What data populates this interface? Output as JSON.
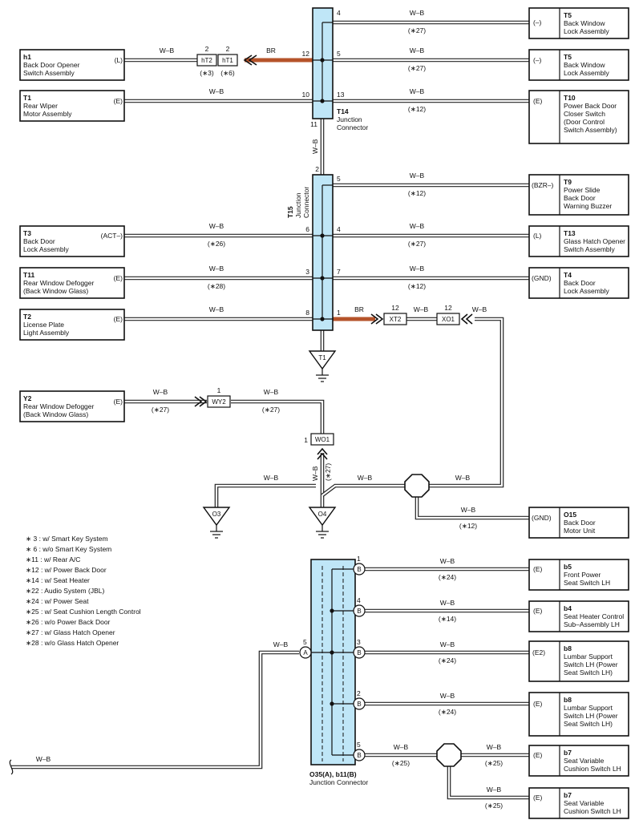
{
  "components": {
    "h1": {
      "code": "h1",
      "name_lines": [
        "Back Door Opener",
        "Switch Assembly"
      ],
      "pin": "(L)"
    },
    "T1": {
      "code": "T1",
      "name_lines": [
        "Rear Wiper",
        "Motor Assembly"
      ],
      "pin": "(E)"
    },
    "T3": {
      "code": "T3",
      "name_lines": [
        "Back Door",
        "Lock Assembly"
      ],
      "pin": "(ACT–)"
    },
    "T11": {
      "code": "T11",
      "name_lines": [
        "Rear Window Defogger",
        "(Back Window Glass)"
      ],
      "pin": "(E)"
    },
    "T2": {
      "code": "T2",
      "name_lines": [
        "License Plate",
        "Light Assembly"
      ],
      "pin": "(E)"
    },
    "Y2": {
      "code": "Y2",
      "name_lines": [
        "Rear Window Defogger",
        "(Back Window Glass)"
      ],
      "pin": "(E)"
    },
    "T5a": {
      "code": "T5",
      "name_lines": [
        "Back Window",
        "Lock Assembly"
      ],
      "pin": "(–)"
    },
    "T5b": {
      "code": "T5",
      "name_lines": [
        "Back Window",
        "Lock Assembly"
      ],
      "pin": "(–)"
    },
    "T10": {
      "code": "T10",
      "name_lines": [
        "Power Back Door",
        "Closer Switch",
        "(Door Control",
        " Switch Assembly)"
      ],
      "pin": "(E)"
    },
    "T9": {
      "code": "T9",
      "name_lines": [
        "Power Slide",
        "Back Door",
        "Warning Buzzer"
      ],
      "pin": "(BZR–)"
    },
    "T13": {
      "code": "T13",
      "name_lines": [
        "Glass Hatch Opener",
        "Switch Assembly"
      ],
      "pin": "(L)"
    },
    "T4": {
      "code": "T4",
      "name_lines": [
        "Back Door",
        "Lock Assembly"
      ],
      "pin": "(GND)"
    },
    "O15": {
      "code": "O15",
      "name_lines": [
        "Back Door",
        "Motor Unit"
      ],
      "pin": "(GND)"
    },
    "b5": {
      "code": "b5",
      "name_lines": [
        "Front Power",
        "Seat Switch LH"
      ],
      "pin": "(E)"
    },
    "b4": {
      "code": "b4",
      "name_lines": [
        "Seat Heater Control",
        "Sub–Assembly LH"
      ],
      "pin": "(E)"
    },
    "b8a": {
      "code": "b8",
      "name_lines": [
        "Lumbar Support",
        "Switch LH (Power",
        "Seat Switch LH)"
      ],
      "pin": "(E2)"
    },
    "b8b": {
      "code": "b8",
      "name_lines": [
        "Lumbar Support",
        "Switch LH (Power",
        "Seat Switch LH)"
      ],
      "pin": "(E)"
    },
    "b7a": {
      "code": "b7",
      "name_lines": [
        "Seat Variable",
        "Cushion Switch LH"
      ],
      "pin": "(E)"
    },
    "b7b": {
      "code": "b7",
      "name_lines": [
        "Seat Variable",
        "Cushion Switch LH"
      ],
      "pin": "(E)"
    }
  },
  "junctions": {
    "T14": {
      "code": "T14",
      "name_lines": [
        "Junction",
        "Connector"
      ]
    },
    "T15": {
      "code": "T15",
      "name_lines": [
        "Junction",
        "Connector"
      ]
    },
    "O35": {
      "code": "O35(A), b11(B)",
      "name_lines": [
        "Junction Connector"
      ]
    }
  },
  "connectors": {
    "hT2": "hT2",
    "hT1": "hT1",
    "XT2": "XT2",
    "XO1": "XO1",
    "WY2": "WY2",
    "WO1": "WO1"
  },
  "grounds": {
    "T1": "T1",
    "O3": "O3",
    "O4": "O4"
  },
  "wire_color": "W–B",
  "brown_wire_color": "BR",
  "wire_colors_hex": {
    "wire": "#222222",
    "brown": "#b5532a",
    "junction_fill": "#bfe6f7"
  },
  "pins": {
    "p4": "4",
    "p5": "5",
    "p12": "12",
    "p10": "10",
    "p13": "13",
    "p11": "11",
    "p2": "2",
    "p6": "6",
    "p3": "3",
    "p7": "7",
    "p8": "8",
    "p1": "1",
    "hT2pin": "2",
    "hT1pin": "2",
    "xt2pin": "12",
    "xo1pin": "12",
    "wy2pin": "1",
    "wo1pin": "1",
    "bp1": "1",
    "bp4": "4",
    "bp3": "3",
    "bp2": "2",
    "bp5": "5",
    "ap5": "5"
  },
  "pin_letters": {
    "A": "A",
    "B": "B"
  },
  "notes_refs": {
    "n3": "(∗3)",
    "n6": "(∗6)",
    "n12": "(∗12)",
    "n14": "(∗14)",
    "n24": "(∗24)",
    "n25": "(∗25)",
    "n26": "(∗26)",
    "n27": "(∗27)",
    "n28": "(∗28)"
  },
  "notes": [
    "∗ 3 : w/ Smart Key System",
    "∗ 6 : w/o Smart Key System",
    "∗11 : w/ Rear A/C",
    "∗12 : w/ Power Back Door",
    "∗14 : w/ Seat Heater",
    "∗22 : Audio System (JBL)",
    "∗24 : w/ Power Seat",
    "∗25 : w/ Seat Cushion Length Control",
    "∗26 : w/o Power Back Door",
    "∗27 : w/ Glass Hatch Opener",
    "∗28 : w/o Glass Hatch Opener"
  ]
}
